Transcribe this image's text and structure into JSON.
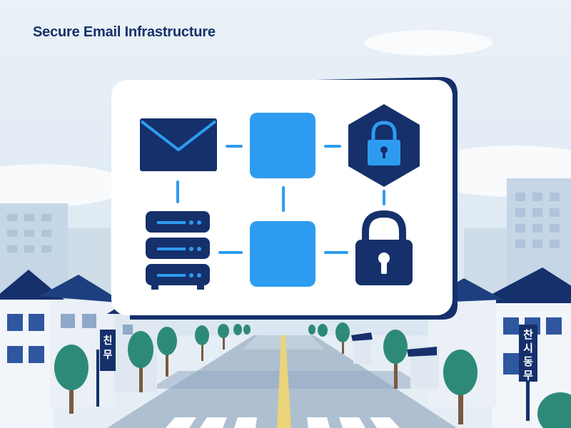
{
  "title": "Secure Email Infrastructure",
  "signs": {
    "left": [
      "친",
      "무"
    ],
    "right": [
      "찬",
      "시",
      "동",
      "무"
    ]
  },
  "icons": {
    "row1": [
      "envelope-icon",
      "rounded-square-icon",
      "hexagon-lock-icon"
    ],
    "row2": [
      "server-stack-icon",
      "rounded-square-icon",
      "padlock-icon"
    ]
  },
  "colors": {
    "navy": "#15306b",
    "blue": "#2d9cf0",
    "sky": "#dfeaf3",
    "tree": "#2e8a78"
  }
}
